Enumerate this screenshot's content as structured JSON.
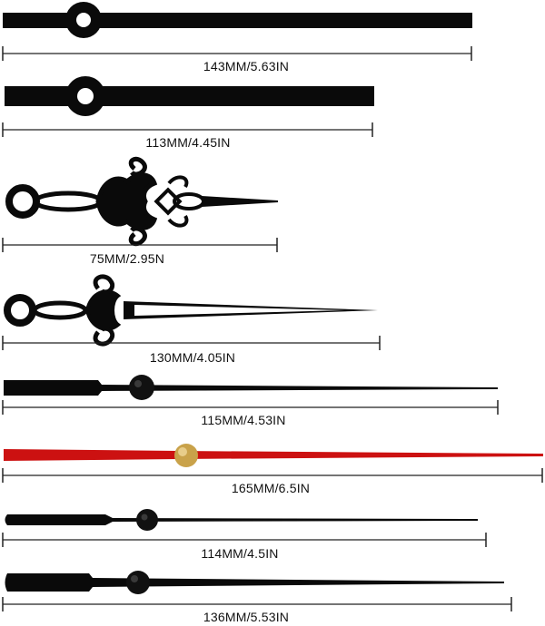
{
  "hands": [
    {
      "style": "black-bar-hand",
      "measurement": "143MM/5.63IN",
      "color": "#0a0a0a"
    },
    {
      "style": "black-bar-hand",
      "measurement": "113MM/4.45IN",
      "color": "#0a0a0a"
    },
    {
      "style": "ornate-scroll-hand",
      "measurement": "75MM/2.95N",
      "color": "#0a0a0a"
    },
    {
      "style": "scroll-spear-hand",
      "measurement": "130MM/4.05IN",
      "color": "#0a0a0a"
    },
    {
      "style": "second-hand-black",
      "measurement": "115MM/4.53IN",
      "color": "#0a0a0a"
    },
    {
      "style": "second-hand-red",
      "measurement": "165MM/6.5IN",
      "color": "#cc1111",
      "hub_color": "#c9a24a"
    },
    {
      "style": "second-hand-black",
      "measurement": "114MM/4.5IN",
      "color": "#0a0a0a"
    },
    {
      "style": "second-hand-black",
      "measurement": "136MM/5.53IN",
      "color": "#0a0a0a"
    }
  ]
}
